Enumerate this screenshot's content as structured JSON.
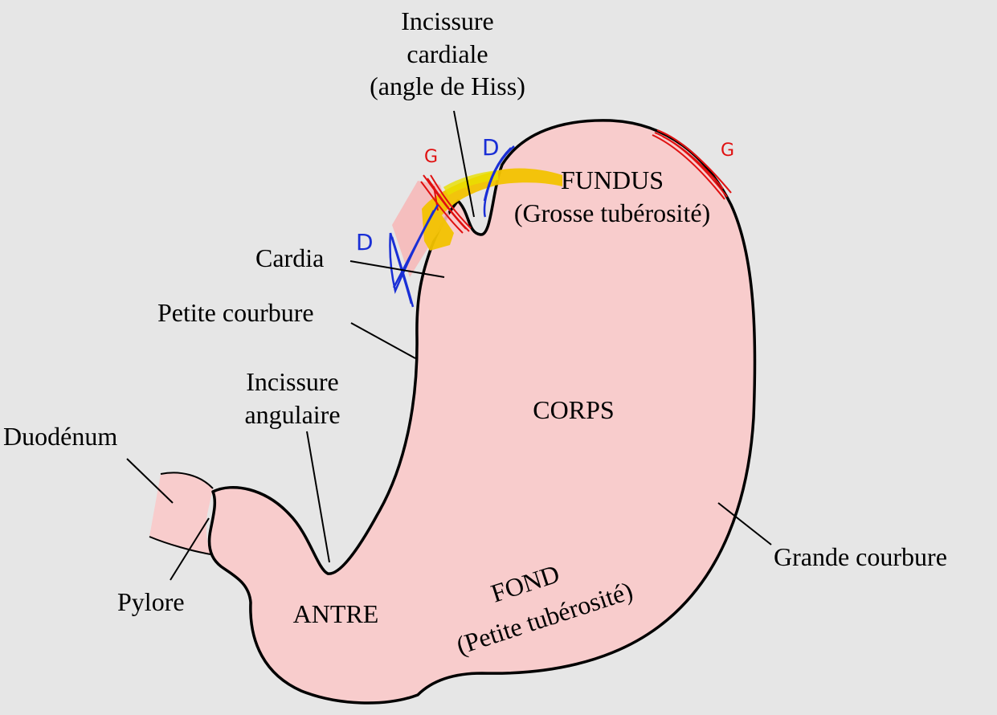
{
  "diagram": {
    "labels": {
      "incisure_cardiale_1": "Incissure",
      "incisure_cardiale_2": "cardiale",
      "incisure_cardiale_3": "(angle de Hiss)",
      "fundus": "FUNDUS",
      "fundus_sub": "(Grosse tubérosité)",
      "cardia": "Cardia",
      "petite_courbure": "Petite courbure",
      "incisure_angulaire_1": "Incissure",
      "incisure_angulaire_2": "angulaire",
      "corps": "CORPS",
      "duodenum": "Duodénum",
      "pylore": "Pylore",
      "antre": "ANTRE",
      "fond": "FOND",
      "fond_sub": "(Petite tubérosité)",
      "grande_courbure": "Grande courbure"
    },
    "annotations": {
      "g_left": "G",
      "g_right": "G",
      "d_top": "D",
      "d_left": "D"
    },
    "colors": {
      "stomach_fill": "#f8cccc",
      "background": "#e6e6e6",
      "highlight_yellow": "#f2c200",
      "annotation_red": "#e01010",
      "annotation_blue": "#1a2fd6"
    }
  }
}
